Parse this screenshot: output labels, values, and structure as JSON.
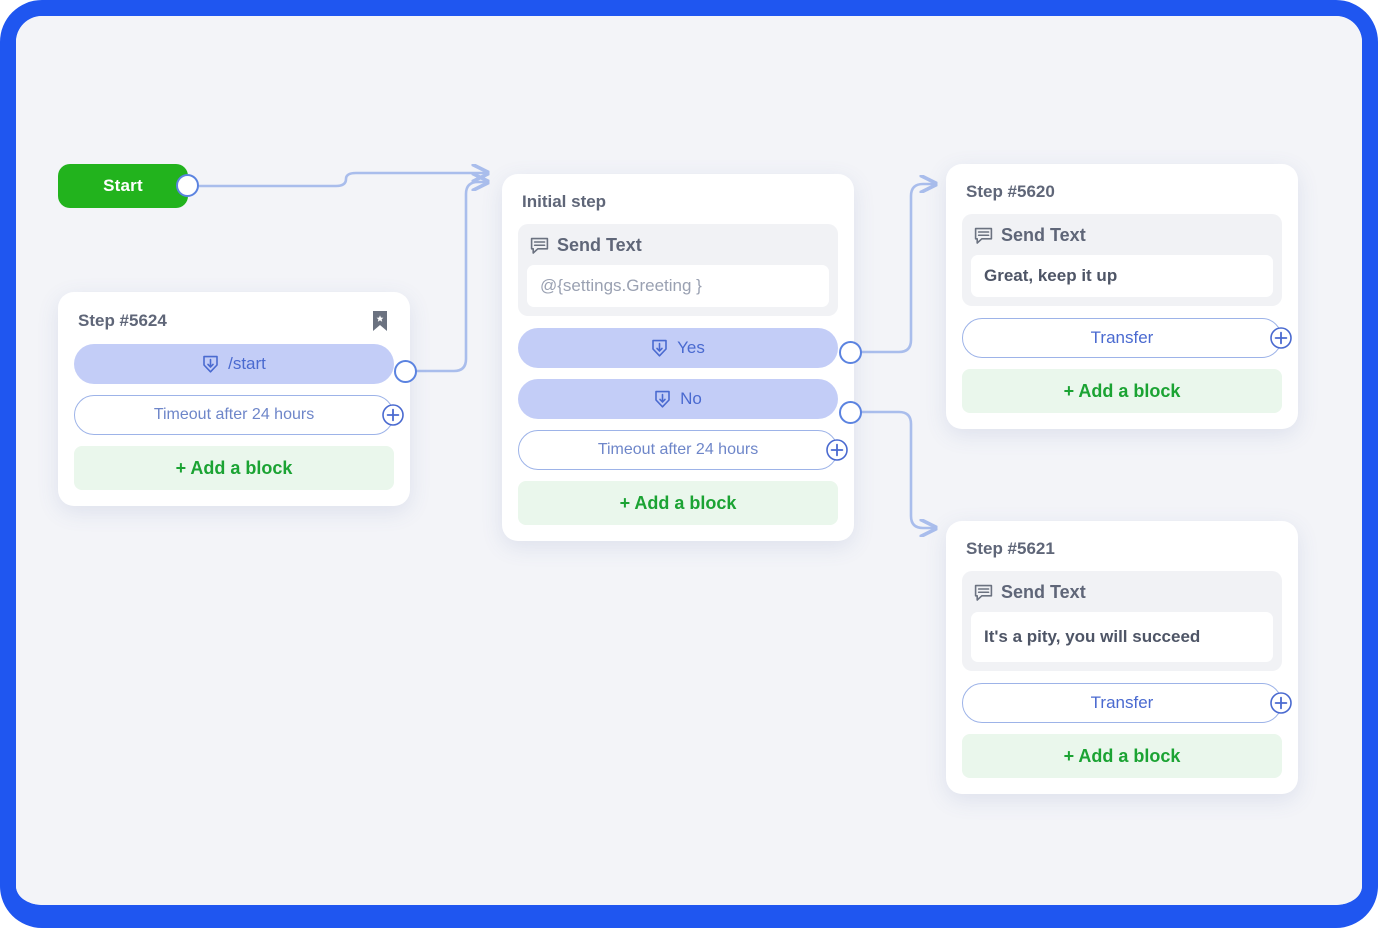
{
  "theme": {
    "accent_blue": "#1f56f0",
    "canvas_bg": "#f3f4f8",
    "start_green": "#22b31d",
    "add_block_green": "#1ba333",
    "pill_blue": "#c3cdf7",
    "pill_text_blue": "#4a6ad0",
    "edge_blue": "#a9bdec",
    "title_gray": "#5f6678"
  },
  "start_node": {
    "label": "Start",
    "port": "output-port"
  },
  "cards": [
    {
      "id": "card-5624",
      "title": "Step #5624",
      "bookmark_icon": "bookmark-icon",
      "blocks": [
        {
          "type": "trigger",
          "icon": "command-input-icon",
          "label": "/start",
          "port": true
        },
        {
          "type": "outline",
          "label": "Timeout after 24 hours",
          "plus": true
        },
        {
          "type": "add",
          "label": "+ Add a block"
        }
      ]
    },
    {
      "id": "card-initial",
      "title": "Initial step",
      "bookmark_icon": null,
      "blocks": [
        {
          "type": "send-text",
          "icon": "speech-bubble-icon",
          "head": "Send Text",
          "value": "@{settings.Greeting }",
          "is_placeholder": true
        },
        {
          "type": "trigger",
          "icon": "command-input-icon",
          "label": "Yes",
          "port": true
        },
        {
          "type": "trigger",
          "icon": "command-input-icon",
          "label": "No",
          "port": true
        },
        {
          "type": "outline",
          "label": "Timeout after 24 hours",
          "plus": true
        },
        {
          "type": "add",
          "label": "+ Add a block"
        }
      ]
    },
    {
      "id": "card-5620",
      "title": "Step #5620",
      "bookmark_icon": null,
      "blocks": [
        {
          "type": "send-text",
          "icon": "speech-bubble-icon",
          "head": "Send Text",
          "value": "Great, keep it up",
          "is_placeholder": false
        },
        {
          "type": "outline",
          "label": "Transfer",
          "plus": true
        },
        {
          "type": "add",
          "label": "+ Add a block"
        }
      ]
    },
    {
      "id": "card-5621",
      "title": "Step #5621",
      "bookmark_icon": null,
      "blocks": [
        {
          "type": "send-text",
          "icon": "speech-bubble-icon",
          "head": "Send Text",
          "value": "It's a pity, you will succeed",
          "is_placeholder": false
        },
        {
          "type": "outline",
          "label": "Transfer",
          "plus": true
        },
        {
          "type": "add",
          "label": "+ Add a block"
        }
      ]
    }
  ],
  "edges": [
    {
      "from": "start-node",
      "to": "card-initial"
    },
    {
      "from": "card-5624:/start",
      "to": "card-initial"
    },
    {
      "from": "card-initial:Yes",
      "to": "card-5620"
    },
    {
      "from": "card-initial:No",
      "to": "card-5621"
    }
  ]
}
